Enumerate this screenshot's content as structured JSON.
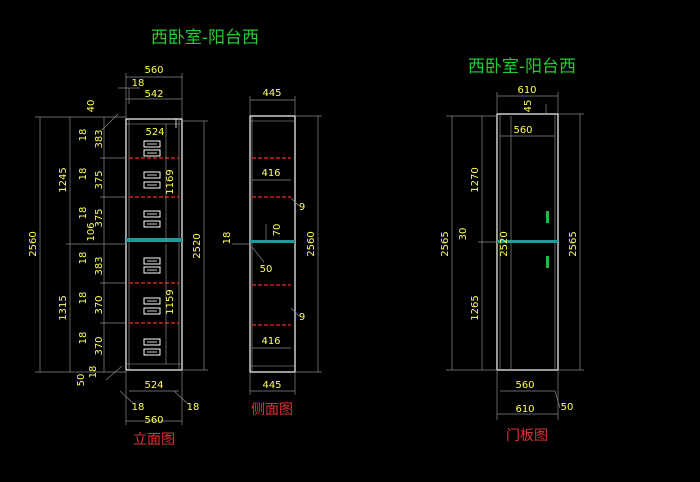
{
  "titles": {
    "left": "西卧室-阳台西",
    "right": "西卧室-阳台西"
  },
  "captions": {
    "front": "立面图",
    "side": "侧面图",
    "door": "门板图"
  },
  "front": {
    "top": {
      "w560": "560",
      "n18": "18",
      "w542": "542",
      "n40": "40"
    },
    "left": {
      "left_stack": [
        "18",
        "383",
        "18",
        "375",
        "18",
        "375",
        "106",
        "18",
        "383",
        "18",
        "370",
        "18",
        "370"
      ],
      "h1245": "1245",
      "h1315": "1315",
      "h2560": "2560",
      "n50": "50",
      "n18": "18"
    },
    "inner": {
      "w524": "524",
      "h1169": "1169",
      "h1159": "1159"
    },
    "right": {
      "h2520": "2520"
    },
    "bottom": {
      "w524": "524",
      "n18a": "18",
      "w560": "560",
      "n18b": "18"
    }
  },
  "side": {
    "top": {
      "w445": "445"
    },
    "inner": {
      "w416a": "416",
      "w416b": "416",
      "h70": "70",
      "n50": "50",
      "n9a": "9",
      "n9b": "9",
      "n18": "18"
    },
    "right": {
      "h2560": "2560"
    },
    "bottom": {
      "w445": "445"
    }
  },
  "door": {
    "top": {
      "w610": "610",
      "n45": "45",
      "w560": "560"
    },
    "left": {
      "h1270": "1270",
      "h1265": "1265",
      "h2565": "2565",
      "n30": "30",
      "h2520": "2520"
    },
    "right": {
      "h2565": "2565"
    },
    "bottom": {
      "w560": "560",
      "n50": "50",
      "w610": "610"
    }
  },
  "colors": {
    "background": "#000000",
    "title": "#22cc33",
    "dimension_text": "#ffff55",
    "caption": "#dd3333",
    "outline": "#ffffff",
    "dim_line": "#888888",
    "shelf": "#cc2222",
    "rail": "#1f9a9a",
    "handle": "#22bb44"
  }
}
